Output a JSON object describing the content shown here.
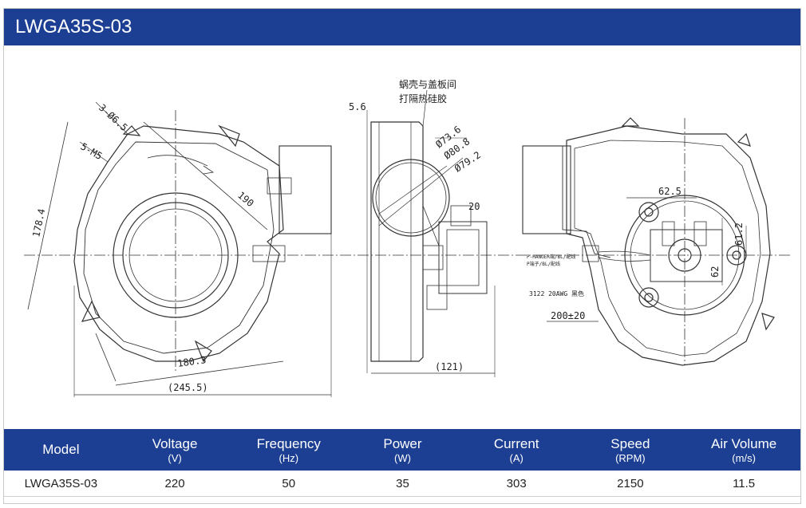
{
  "title": "LWGA35S-03",
  "drawing": {
    "front_labels": {
      "holes_3": "3-Ø6.5",
      "holes_5": "5-M5",
      "dim_190": "190",
      "dim_178": "178.4",
      "dim_180": "180.3",
      "dim_245": "(245.5)"
    },
    "side_labels": {
      "note_line1": "蜗壳与盖板间",
      "note_line2": "打隔热硅胶",
      "dim_5_6": "5.6",
      "dim_73": "Ø73.6",
      "dim_80": "Ø80.8",
      "dim_79": "Ø79.2",
      "dim_20": "20",
      "dim_121": "(121)"
    },
    "back_labels": {
      "dim_62_5": "62.5",
      "dim_61_2": "61.2",
      "dim_62": "62",
      "wire_a": "P-HANGER端/BL/配线",
      "wire_b": "P端子/BL/配线",
      "wire_spec": "3122 20AWG 黑色",
      "dim_200": "200±20"
    }
  },
  "specs": {
    "headers": [
      {
        "name": "Model",
        "unit": ""
      },
      {
        "name": "Voltage",
        "unit": "(V)"
      },
      {
        "name": "Frequency",
        "unit": "(Hz)"
      },
      {
        "name": "Power",
        "unit": "(W)"
      },
      {
        "name": "Current",
        "unit": "(A)"
      },
      {
        "name": "Speed",
        "unit": "(RPM)"
      },
      {
        "name": "Air Volume",
        "unit": "(m/s)"
      }
    ],
    "row": [
      "LWGA35S-03",
      "220",
      "50",
      "35",
      "303",
      "2150",
      "11.5"
    ]
  }
}
